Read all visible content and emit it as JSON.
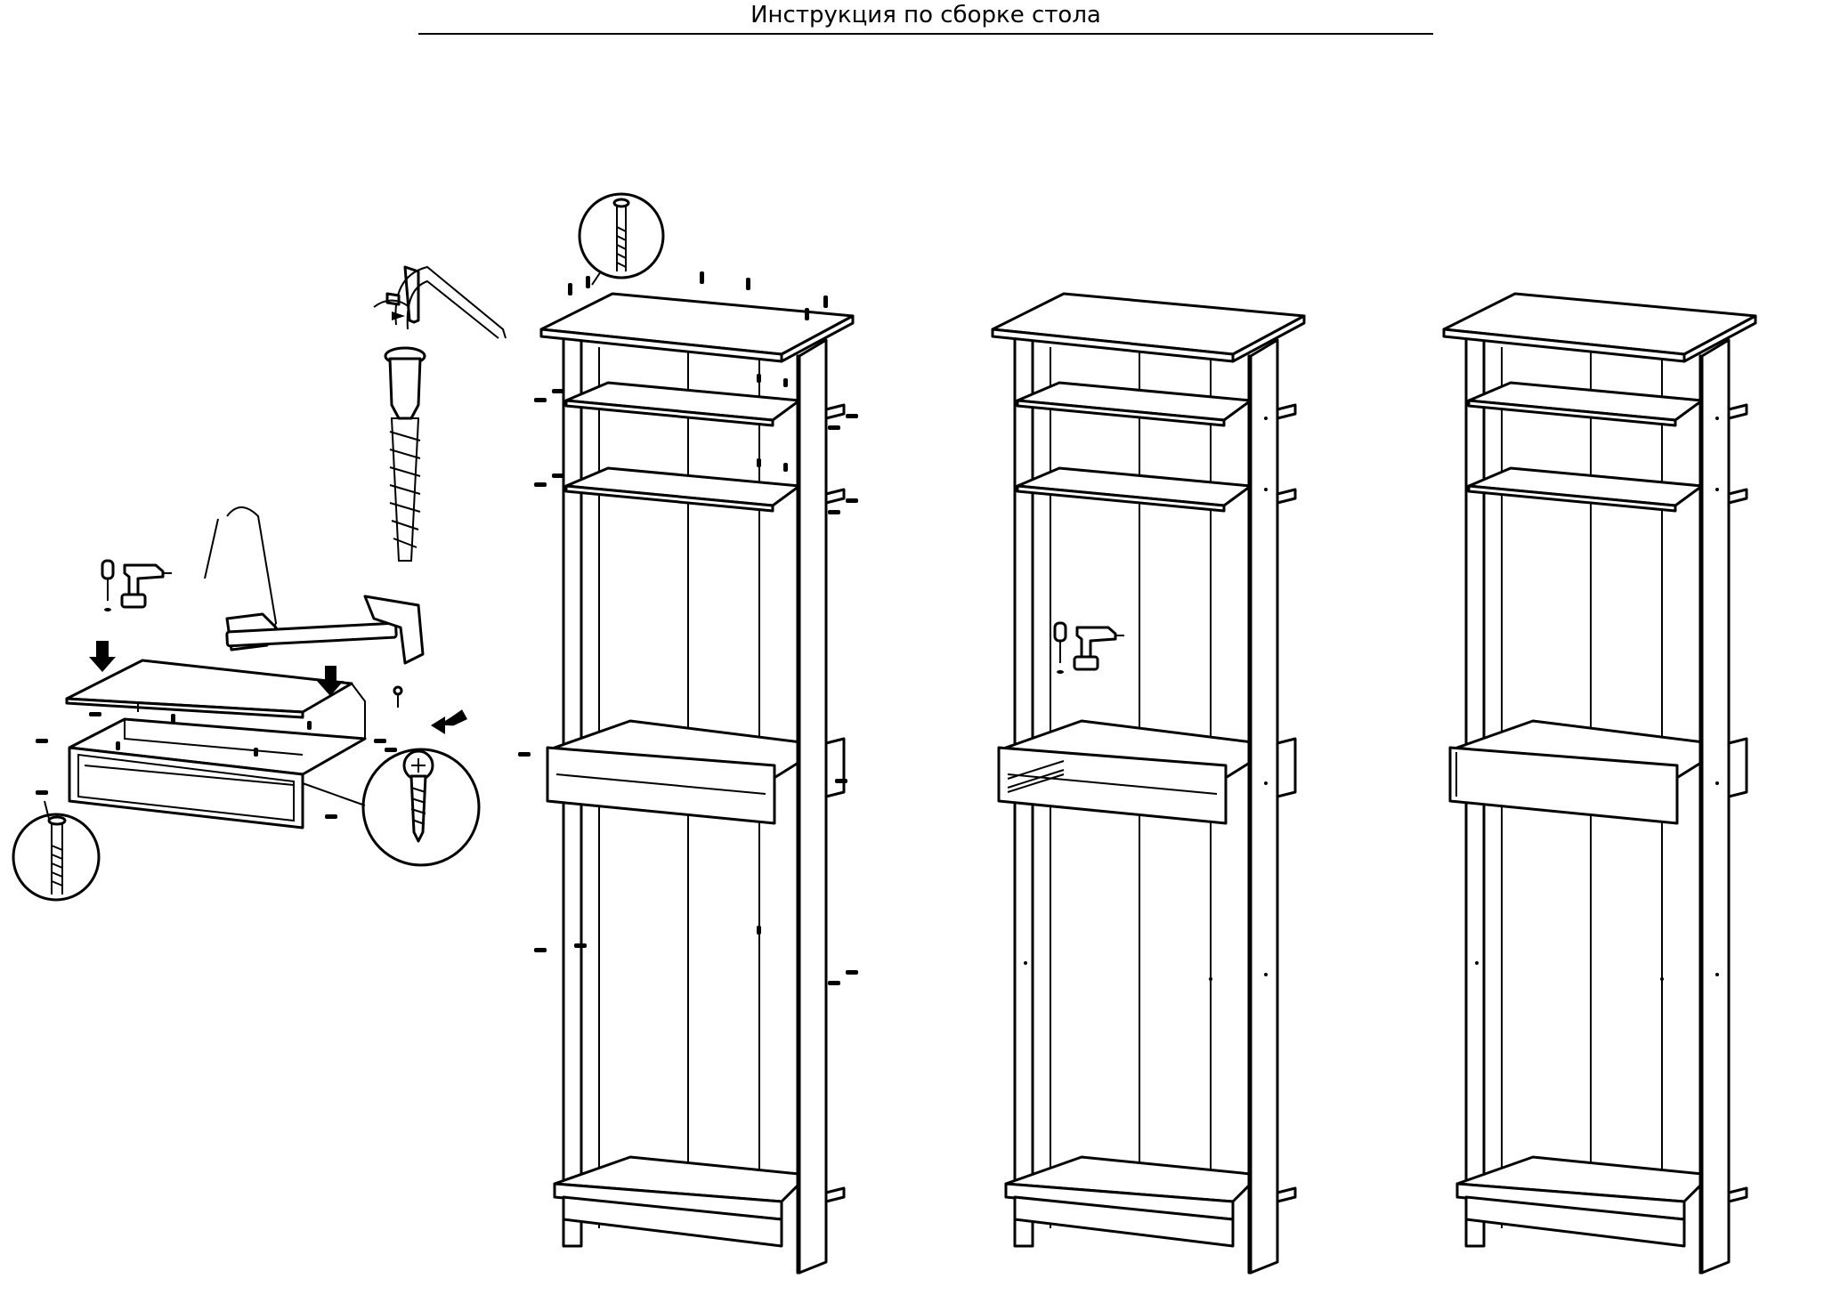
{
  "header": {
    "title": "Инструкция по сборке стола"
  },
  "icons": [
    "allen-key-icon",
    "confirmat-screw-icon",
    "wood-screw-icon",
    "screwdriver-icon",
    "drill-icon",
    "hammer-icon",
    "nail-icon",
    "arrow-down-icon",
    "arrow-left-icon"
  ],
  "steps": [
    {
      "id": "drawer-assembly",
      "tools": [
        "screwdriver",
        "drill",
        "hammer"
      ]
    },
    {
      "id": "frame-assembly",
      "tools": [
        "allen-key"
      ]
    },
    {
      "id": "drawer-insertion",
      "tools": [
        "screwdriver",
        "drill"
      ]
    },
    {
      "id": "finished-unit",
      "tools": []
    }
  ]
}
